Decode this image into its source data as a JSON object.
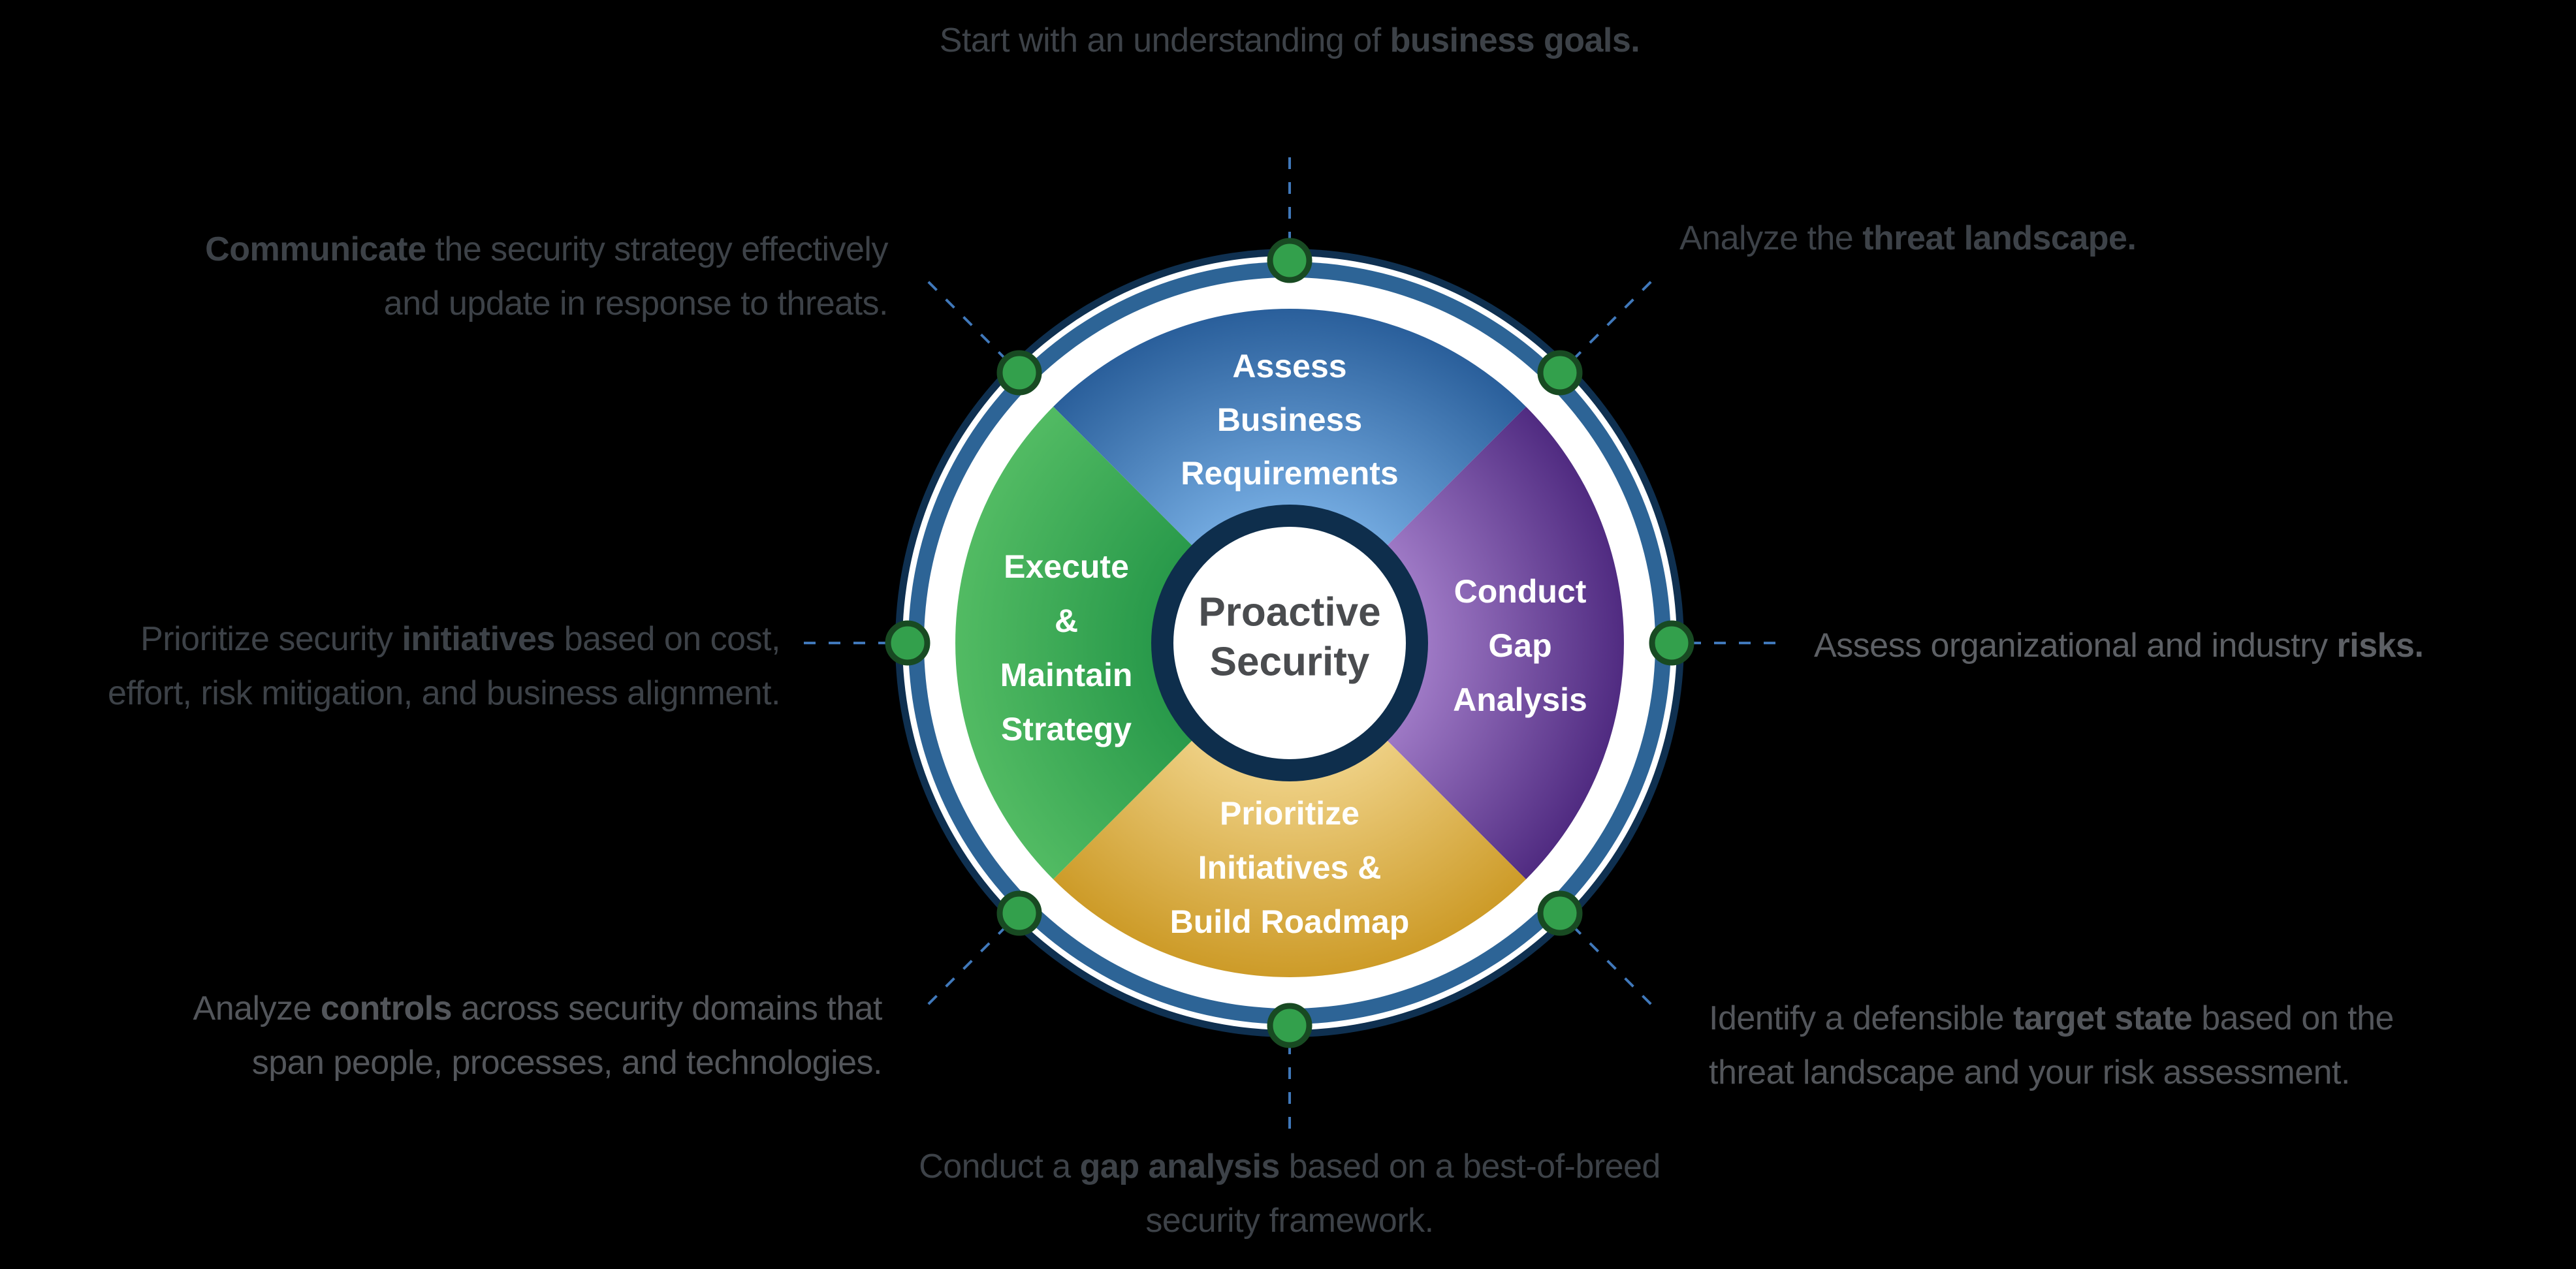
{
  "diagram_title": "Proactive Security",
  "background_color": "#000000",
  "center": {
    "lines": [
      "Proactive",
      "Security"
    ]
  },
  "quadrants": {
    "top": {
      "name": "Assess Business Requirements",
      "lines": [
        "Assess",
        "Business",
        "Requirements"
      ],
      "color_outer": "#2a5f9b",
      "color_inner": "#72a9df"
    },
    "right": {
      "name": "Conduct Gap Analysis",
      "lines": [
        "Conduct",
        "Gap",
        "Analysis"
      ],
      "color_outer": "#502b81",
      "color_inner": "#9f7ac6"
    },
    "bottom": {
      "name": "Prioritize Initiatives & Build Roadmap",
      "lines": [
        "Prioritize",
        "Initiatives &",
        "Build Roadmap"
      ],
      "color_outer": "#cd9b28",
      "color_inner": "#eed084"
    },
    "left": {
      "name": "Execute & Maintain Strategy",
      "lines": [
        "Execute",
        "&",
        "Maintain",
        "Strategy"
      ],
      "color_outer": "#52bb63",
      "color_inner": "#28994a"
    }
  },
  "annotations": {
    "top": {
      "lines": [
        {
          "segments": [
            {
              "text": "Start with an understanding of ",
              "bold": false
            },
            {
              "text": "business goals.",
              "bold": true
            }
          ]
        }
      ]
    },
    "top_right": {
      "lines": [
        {
          "segments": [
            {
              "text": "Analyze the ",
              "bold": false
            },
            {
              "text": "threat landscape.",
              "bold": true
            }
          ]
        }
      ]
    },
    "right": {
      "lines": [
        {
          "segments": [
            {
              "text": "Assess organizational and industry ",
              "bold": false
            },
            {
              "text": "risks.",
              "bold": true
            }
          ]
        }
      ]
    },
    "bottom_right": {
      "lines": [
        {
          "segments": [
            {
              "text": "Identify a defensible ",
              "bold": false
            },
            {
              "text": "target state",
              "bold": true
            },
            {
              "text": " based on the",
              "bold": false
            }
          ]
        },
        {
          "segments": [
            {
              "text": "threat landscape and your risk assessment.",
              "bold": false
            }
          ]
        }
      ]
    },
    "bottom": {
      "lines": [
        {
          "segments": [
            {
              "text": "Conduct a ",
              "bold": false
            },
            {
              "text": "gap analysis",
              "bold": true
            },
            {
              "text": " based on a best-of-breed",
              "bold": false
            }
          ]
        },
        {
          "segments": [
            {
              "text": "security framework.",
              "bold": false
            }
          ]
        }
      ]
    },
    "bottom_left": {
      "lines": [
        {
          "segments": [
            {
              "text": "Analyze ",
              "bold": false
            },
            {
              "text": "controls",
              "bold": true
            },
            {
              "text": " across security domains that",
              "bold": false
            }
          ]
        },
        {
          "segments": [
            {
              "text": "span people, processes, and technologies.",
              "bold": false
            }
          ]
        }
      ]
    },
    "left": {
      "lines": [
        {
          "segments": [
            {
              "text": "Prioritize security ",
              "bold": false
            },
            {
              "text": "initiatives",
              "bold": true
            },
            {
              "text": " based on cost,",
              "bold": false
            }
          ]
        },
        {
          "segments": [
            {
              "text": "effort, risk mitigation, and business alignment.",
              "bold": false
            }
          ]
        }
      ]
    },
    "top_left": {
      "lines": [
        {
          "segments": [
            {
              "text": "Communicate",
              "bold": true
            },
            {
              "text": " the security strategy effectively",
              "bold": false
            }
          ]
        },
        {
          "segments": [
            {
              "text": "and update in response to threats.",
              "bold": false
            }
          ]
        }
      ]
    }
  },
  "colors": {
    "outer_navy_ring": "#0f3050",
    "steel_blue_ring": "#2d6496",
    "ring_white": "#ffffff",
    "center_ring_navy": "#0e2e4c",
    "center_fill": "#ffffff",
    "center_text": "#4a4c4f",
    "quadrant_text": "#ffffff",
    "step_dot_fill": "#33a04c",
    "step_dot_border": "#184a22",
    "connector_dash": "#4078ba",
    "annotation_text": "#3d4248"
  },
  "connectors": {
    "style": "dashed",
    "count": 8
  },
  "step_dots": {
    "count": 8
  }
}
